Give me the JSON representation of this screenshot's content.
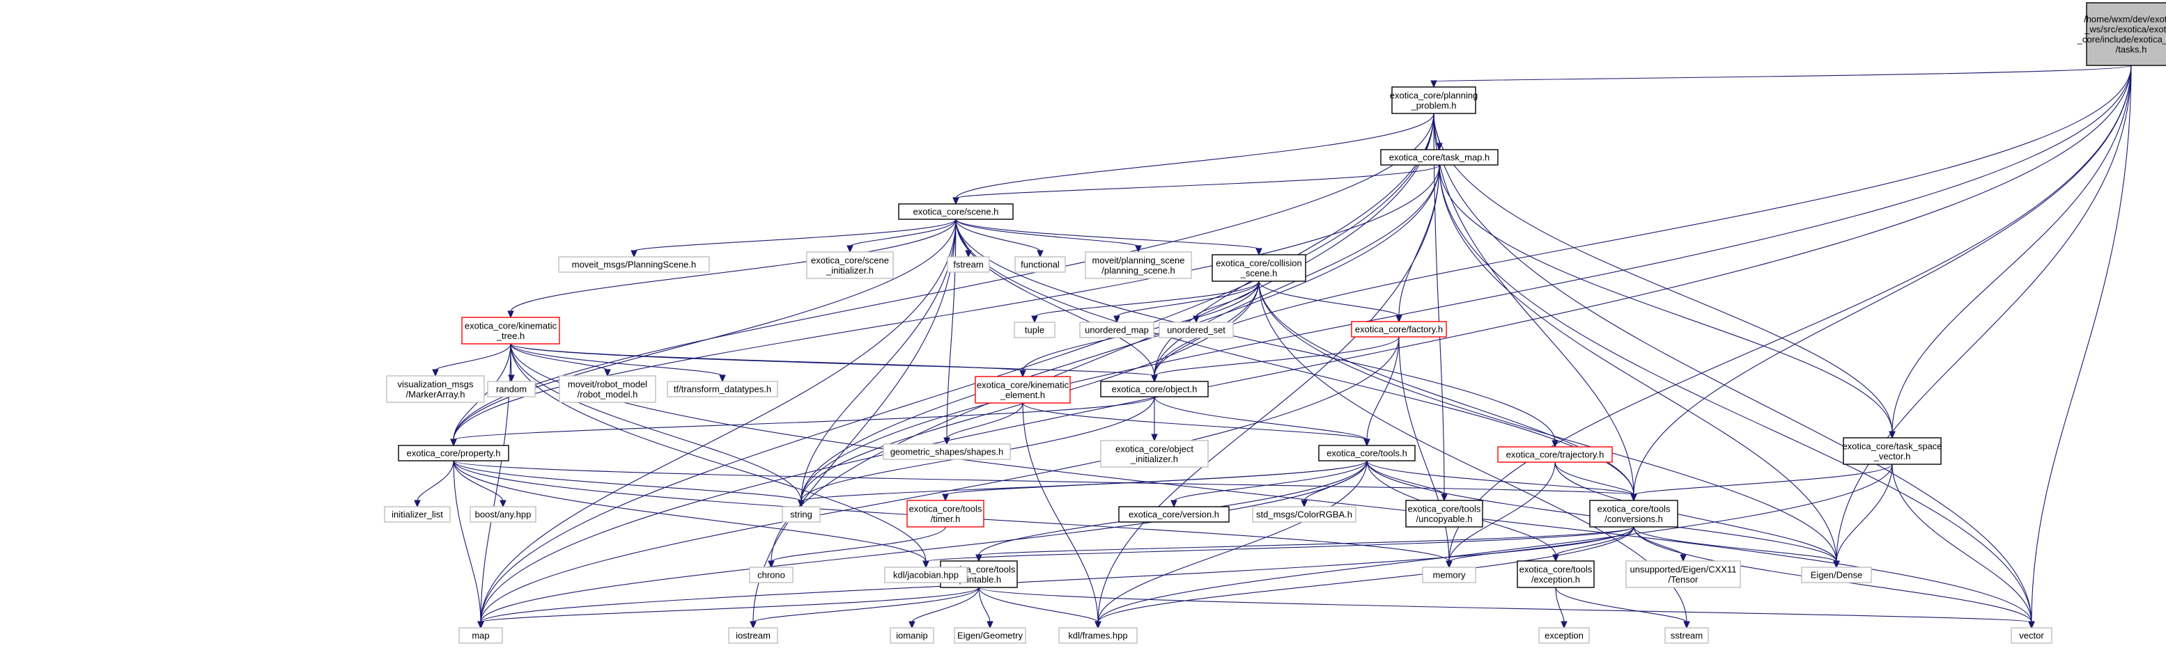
{
  "diagram": {
    "type": "include-dependency-graph",
    "colors": {
      "edge": "#191970",
      "root_fill": "#bfbfbf",
      "normal_border": "#000000",
      "external_border": "#bfbfbf",
      "undocumented_border": "#ff0000",
      "node_fill": "#ffffff"
    },
    "nodes": [
      {
        "id": "tasks",
        "lines": [
          "/home/wxm/dev/exotica",
          "_ws/src/exotica/exotica",
          "_core/include/exotica_core",
          "/tasks.h"
        ],
        "kind": "root"
      },
      {
        "id": "planning_problem",
        "lines": [
          "exotica_core/planning",
          "_problem.h"
        ],
        "kind": "normal"
      },
      {
        "id": "task_map",
        "lines": [
          "exotica_core/task_map.h"
        ],
        "kind": "normal"
      },
      {
        "id": "scene",
        "lines": [
          "exotica_core/scene.h"
        ],
        "kind": "normal"
      },
      {
        "id": "collision_scene",
        "lines": [
          "exotica_core/collision",
          "_scene.h"
        ],
        "kind": "normal"
      },
      {
        "id": "kinematic_tree",
        "lines": [
          "exotica_core/kinematic",
          "_tree.h"
        ],
        "kind": "undocumented"
      },
      {
        "id": "factory",
        "lines": [
          "exotica_core/factory.h"
        ],
        "kind": "undocumented"
      },
      {
        "id": "kinematic_element",
        "lines": [
          "exotica_core/kinematic",
          "_element.h"
        ],
        "kind": "undocumented"
      },
      {
        "id": "object",
        "lines": [
          "exotica_core/object.h"
        ],
        "kind": "normal"
      },
      {
        "id": "trajectory",
        "lines": [
          "exotica_core/trajectory.h"
        ],
        "kind": "undocumented"
      },
      {
        "id": "task_space_vector",
        "lines": [
          "exotica_core/task_space",
          "_vector.h"
        ],
        "kind": "normal"
      },
      {
        "id": "property",
        "lines": [
          "exotica_core/property.h"
        ],
        "kind": "normal"
      },
      {
        "id": "tools",
        "lines": [
          "exotica_core/tools.h"
        ],
        "kind": "normal"
      },
      {
        "id": "conversions",
        "lines": [
          "exotica_core/tools",
          "/conversions.h"
        ],
        "kind": "normal"
      },
      {
        "id": "uncopyable",
        "lines": [
          "exotica_core/tools",
          "/uncopyable.h"
        ],
        "kind": "normal"
      },
      {
        "id": "version",
        "lines": [
          "exotica_core/version.h"
        ],
        "kind": "normal"
      },
      {
        "id": "timer",
        "lines": [
          "exotica_core/tools",
          "/timer.h"
        ],
        "kind": "undocumented"
      },
      {
        "id": "printable",
        "lines": [
          "exotica_core/tools",
          "/printable.h"
        ],
        "kind": "normal"
      },
      {
        "id": "exception_h",
        "lines": [
          "exotica_core/tools",
          "/exception.h"
        ],
        "kind": "normal"
      },
      {
        "id": "planning_scene_msg",
        "lines": [
          "moveit_msgs/PlanningScene.h"
        ],
        "kind": "external"
      },
      {
        "id": "scene_initializer",
        "lines": [
          "exotica_core/scene",
          "_initializer.h"
        ],
        "kind": "external"
      },
      {
        "id": "fstream",
        "lines": [
          "fstream"
        ],
        "kind": "external"
      },
      {
        "id": "functional",
        "lines": [
          "functional"
        ],
        "kind": "external"
      },
      {
        "id": "moveit_planning_scene",
        "lines": [
          "moveit/planning_scene",
          "/planning_scene.h"
        ],
        "kind": "external"
      },
      {
        "id": "tuple",
        "lines": [
          "tuple"
        ],
        "kind": "external"
      },
      {
        "id": "unordered_map",
        "lines": [
          "unordered_map"
        ],
        "kind": "external"
      },
      {
        "id": "unordered_set",
        "lines": [
          "unordered_set"
        ],
        "kind": "external"
      },
      {
        "id": "marker_array",
        "lines": [
          "visualization_msgs",
          "/MarkerArray.h"
        ],
        "kind": "external"
      },
      {
        "id": "random",
        "lines": [
          "random"
        ],
        "kind": "external"
      },
      {
        "id": "robot_model",
        "lines": [
          "moveit/robot_model",
          "/robot_model.h"
        ],
        "kind": "external"
      },
      {
        "id": "tf_datatypes",
        "lines": [
          "tf/transform_datatypes.h"
        ],
        "kind": "external"
      },
      {
        "id": "shapes",
        "lines": [
          "geometric_shapes/shapes.h"
        ],
        "kind": "external"
      },
      {
        "id": "object_initializer",
        "lines": [
          "exotica_core/object",
          "_initializer.h"
        ],
        "kind": "external"
      },
      {
        "id": "initializer_list",
        "lines": [
          "initializer_list"
        ],
        "kind": "external"
      },
      {
        "id": "boost_any",
        "lines": [
          "boost/any.hpp"
        ],
        "kind": "external"
      },
      {
        "id": "string",
        "lines": [
          "string"
        ],
        "kind": "external"
      },
      {
        "id": "color_rgba",
        "lines": [
          "std_msgs/ColorRGBA.h"
        ],
        "kind": "external"
      },
      {
        "id": "chrono",
        "lines": [
          "chrono"
        ],
        "kind": "external"
      },
      {
        "id": "kdl_jacobian",
        "lines": [
          "kdl/jacobian.hpp"
        ],
        "kind": "external"
      },
      {
        "id": "memory",
        "lines": [
          "memory"
        ],
        "kind": "external"
      },
      {
        "id": "cxx11_tensor",
        "lines": [
          "unsupported/Eigen/CXX11",
          "/Tensor"
        ],
        "kind": "external"
      },
      {
        "id": "eigen_dense",
        "lines": [
          "Eigen/Dense"
        ],
        "kind": "external"
      },
      {
        "id": "map",
        "lines": [
          "map"
        ],
        "kind": "external"
      },
      {
        "id": "iostream",
        "lines": [
          "iostream"
        ],
        "kind": "external"
      },
      {
        "id": "iomanip",
        "lines": [
          "iomanip"
        ],
        "kind": "external"
      },
      {
        "id": "eigen_geometry",
        "lines": [
          "Eigen/Geometry"
        ],
        "kind": "external"
      },
      {
        "id": "kdl_frames",
        "lines": [
          "kdl/frames.hpp"
        ],
        "kind": "external"
      },
      {
        "id": "vector",
        "lines": [
          "vector"
        ],
        "kind": "external"
      },
      {
        "id": "exception",
        "lines": [
          "exception"
        ],
        "kind": "external"
      },
      {
        "id": "sstream",
        "lines": [
          "sstream"
        ],
        "kind": "external"
      }
    ],
    "edges": [
      [
        "tasks",
        "planning_problem"
      ],
      [
        "tasks",
        "task_space_vector"
      ],
      [
        "tasks",
        "conversions"
      ],
      [
        "tasks",
        "object"
      ],
      [
        "tasks",
        "memory"
      ],
      [
        "tasks",
        "map"
      ],
      [
        "tasks",
        "string"
      ],
      [
        "tasks",
        "vector"
      ],
      [
        "tasks",
        "eigen_dense"
      ],
      [
        "planning_problem",
        "task_map"
      ],
      [
        "planning_problem",
        "scene"
      ],
      [
        "planning_problem",
        "property"
      ],
      [
        "planning_problem",
        "task_space_vector"
      ],
      [
        "planning_problem",
        "conversions"
      ],
      [
        "planning_problem",
        "uncopyable"
      ],
      [
        "planning_problem",
        "object"
      ],
      [
        "planning_problem",
        "map"
      ],
      [
        "planning_problem",
        "vector"
      ],
      [
        "planning_problem",
        "chrono"
      ],
      [
        "task_map",
        "scene"
      ],
      [
        "task_map",
        "factory"
      ],
      [
        "task_map",
        "object"
      ],
      [
        "task_map",
        "task_space_vector"
      ],
      [
        "task_map",
        "property"
      ],
      [
        "task_map",
        "string"
      ],
      [
        "task_map",
        "eigen_dense"
      ],
      [
        "task_map",
        "vector"
      ],
      [
        "task_map",
        "kdl_frames"
      ],
      [
        "scene",
        "collision_scene"
      ],
      [
        "scene",
        "kinematic_tree"
      ],
      [
        "scene",
        "object"
      ],
      [
        "scene",
        "property"
      ],
      [
        "scene",
        "trajectory"
      ],
      [
        "scene",
        "conversions"
      ],
      [
        "scene",
        "planning_scene_msg"
      ],
      [
        "scene",
        "scene_initializer"
      ],
      [
        "scene",
        "fstream"
      ],
      [
        "scene",
        "functional"
      ],
      [
        "scene",
        "moveit_planning_scene"
      ],
      [
        "scene",
        "shapes"
      ],
      [
        "scene",
        "string"
      ],
      [
        "scene",
        "map"
      ],
      [
        "scene",
        "iostream"
      ],
      [
        "collision_scene",
        "factory"
      ],
      [
        "collision_scene",
        "object"
      ],
      [
        "collision_scene",
        "kinematic_element"
      ],
      [
        "collision_scene",
        "tuple"
      ],
      [
        "collision_scene",
        "unordered_map"
      ],
      [
        "collision_scene",
        "unordered_set"
      ],
      [
        "collision_scene",
        "conversions"
      ],
      [
        "collision_scene",
        "eigen_dense"
      ],
      [
        "collision_scene",
        "string"
      ],
      [
        "collision_scene",
        "sstream"
      ],
      [
        "kinematic_tree",
        "kinematic_element"
      ],
      [
        "kinematic_tree",
        "marker_array"
      ],
      [
        "kinematic_tree",
        "random"
      ],
      [
        "kinematic_tree",
        "robot_model"
      ],
      [
        "kinematic_tree",
        "tf_datatypes"
      ],
      [
        "kinematic_tree",
        "property"
      ],
      [
        "kinematic_tree",
        "string"
      ],
      [
        "kinematic_tree",
        "map"
      ],
      [
        "kinematic_tree",
        "vector"
      ],
      [
        "kinematic_tree",
        "object"
      ],
      [
        "kinematic_tree",
        "kdl_jacobian"
      ],
      [
        "factory",
        "object"
      ],
      [
        "factory",
        "tools"
      ],
      [
        "factory",
        "memory"
      ],
      [
        "factory",
        "map"
      ],
      [
        "kinematic_element",
        "tools"
      ],
      [
        "kinematic_element",
        "shapes"
      ],
      [
        "kinematic_element",
        "kdl_frames"
      ],
      [
        "object",
        "property"
      ],
      [
        "object",
        "tools"
      ],
      [
        "object",
        "object_initializer"
      ],
      [
        "object",
        "string"
      ],
      [
        "trajectory",
        "conversions"
      ],
      [
        "trajectory",
        "memory"
      ],
      [
        "trajectory",
        "eigen_dense"
      ],
      [
        "task_space_vector",
        "conversions"
      ],
      [
        "task_space_vector",
        "eigen_dense"
      ],
      [
        "task_space_vector",
        "vector"
      ],
      [
        "task_space_vector",
        "kdl_frames"
      ],
      [
        "property",
        "initializer_list"
      ],
      [
        "property",
        "boost_any"
      ],
      [
        "property",
        "string"
      ],
      [
        "property",
        "map"
      ],
      [
        "property",
        "memory"
      ],
      [
        "property",
        "conversions"
      ],
      [
        "property",
        "kdl_jacobian"
      ],
      [
        "tools",
        "conversions"
      ],
      [
        "tools",
        "uncopyable"
      ],
      [
        "tools",
        "version"
      ],
      [
        "tools",
        "timer"
      ],
      [
        "tools",
        "printable"
      ],
      [
        "tools",
        "exception_h"
      ],
      [
        "tools",
        "color_rgba"
      ],
      [
        "tools",
        "string"
      ],
      [
        "tools",
        "eigen_dense"
      ],
      [
        "tools",
        "kdl_frames"
      ],
      [
        "tools",
        "map"
      ],
      [
        "conversions",
        "exception_h"
      ],
      [
        "conversions",
        "printable"
      ],
      [
        "conversions",
        "cxx11_tensor"
      ],
      [
        "conversions",
        "eigen_dense"
      ],
      [
        "conversions",
        "memory"
      ],
      [
        "conversions",
        "map"
      ],
      [
        "conversions",
        "vector"
      ],
      [
        "conversions",
        "kdl_frames"
      ],
      [
        "conversions",
        "kdl_jacobian"
      ],
      [
        "timer",
        "chrono"
      ],
      [
        "printable",
        "iostream"
      ],
      [
        "printable",
        "iomanip"
      ],
      [
        "printable",
        "eigen_geometry"
      ],
      [
        "printable",
        "kdl_frames"
      ],
      [
        "printable",
        "map"
      ],
      [
        "printable",
        "vector"
      ],
      [
        "exception_h",
        "exception"
      ],
      [
        "exception_h",
        "sstream"
      ]
    ]
  }
}
